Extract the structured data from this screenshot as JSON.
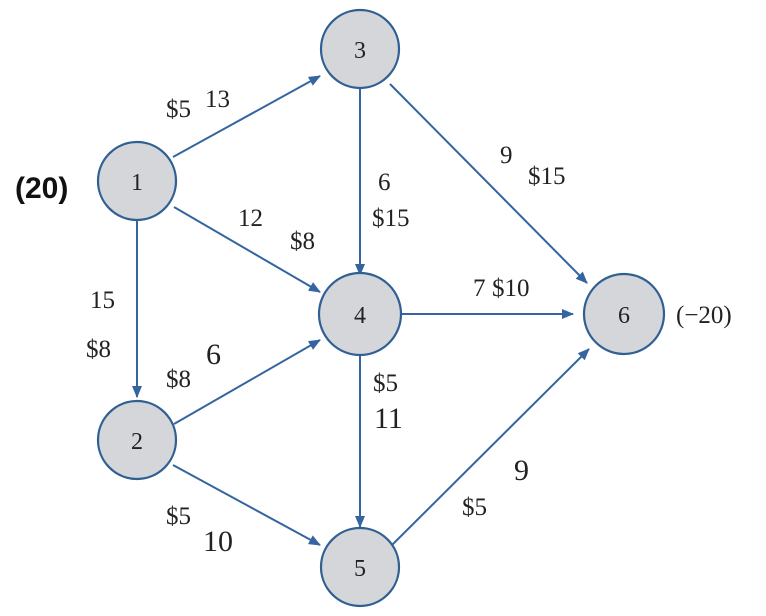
{
  "nodes": [
    {
      "id": "1",
      "label": "1"
    },
    {
      "id": "2",
      "label": "2"
    },
    {
      "id": "3",
      "label": "3"
    },
    {
      "id": "4",
      "label": "4"
    },
    {
      "id": "5",
      "label": "5"
    },
    {
      "id": "6",
      "label": "6"
    }
  ],
  "supplies": {
    "node1": "(20)",
    "node6": "(−20)"
  },
  "edges": [
    {
      "from": "1",
      "to": "3",
      "capacity": "13",
      "cost": "$5"
    },
    {
      "from": "1",
      "to": "4",
      "capacity": "12",
      "cost": "$8"
    },
    {
      "from": "1",
      "to": "2",
      "capacity": "15",
      "cost": "$8"
    },
    {
      "from": "3",
      "to": "4",
      "capacity": "6",
      "cost": "$15"
    },
    {
      "from": "3",
      "to": "6",
      "capacity": "9",
      "cost": "$15"
    },
    {
      "from": "2",
      "to": "4",
      "capacity": "6",
      "cost": "$8"
    },
    {
      "from": "2",
      "to": "5",
      "capacity": "10",
      "cost": "$5"
    },
    {
      "from": "4",
      "to": "6",
      "capacity": "7",
      "cost": "$10"
    },
    {
      "from": "4",
      "to": "5",
      "capacity": "11",
      "cost": "$5"
    },
    {
      "from": "5",
      "to": "6",
      "capacity": "9",
      "cost": "$5"
    }
  ],
  "colors": {
    "node_fill": "#d4d6da",
    "node_stroke": "#2f5f93",
    "edge": "#3465a0"
  }
}
